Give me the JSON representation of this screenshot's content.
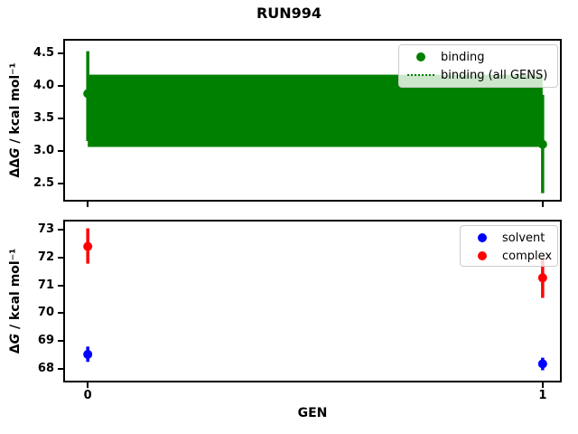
{
  "title": "RUN994",
  "colors": {
    "binding_green": "#008000",
    "solvent_blue": "#0000ff",
    "complex_red": "#ff0000",
    "frame_black": "#000000",
    "legend_border_gray": "#cccccc"
  },
  "chart_data": [
    {
      "type": "scatter",
      "subplot": "top",
      "ylabel": "ΔΔG / kcal mol⁻¹",
      "ylabel_parts": {
        "plain": "ΔΔ",
        "italic": "G",
        "rest": " / kcal mol⁻¹"
      },
      "xlabel": "",
      "xlim": [
        -0.054,
        1.042
      ],
      "ylim": [
        2.22,
        4.72
      ],
      "yticks": [
        "2.5",
        "3.0",
        "3.5",
        "4.0",
        "4.5"
      ],
      "xticks": [
        "0",
        "1"
      ],
      "show_xtick_labels": false,
      "grid": false,
      "legend": {
        "loc": "upper right",
        "items": [
          {
            "label": "binding",
            "marker": "dot",
            "color": "#008000"
          },
          {
            "label": "binding (all GENS)",
            "marker": "dotted-line",
            "color": "#008000"
          }
        ]
      },
      "series": [
        {
          "name": "binding",
          "color": "#008000",
          "marker": "circle",
          "x": [
            0,
            1
          ],
          "y": [
            3.88,
            3.1
          ],
          "err_lo": [
            3.15,
            2.35
          ],
          "err_hi": [
            4.53,
            3.86
          ]
        }
      ],
      "band": {
        "name": "binding (all GENS)",
        "color": "#008000",
        "xspan": [
          0,
          1
        ],
        "lo": 3.06,
        "hi": 4.17,
        "center": 3.61
      }
    },
    {
      "type": "scatter",
      "subplot": "bottom",
      "ylabel": "ΔG / kcal mol⁻¹",
      "ylabel_parts": {
        "plain": "Δ",
        "italic": "G",
        "rest": " / kcal mol⁻¹"
      },
      "xlabel": "GEN",
      "xlim": [
        -0.054,
        1.042
      ],
      "ylim": [
        67.51,
        73.36
      ],
      "yticks": [
        "68",
        "69",
        "70",
        "71",
        "72",
        "73"
      ],
      "xticks": [
        "0",
        "1"
      ],
      "show_xtick_labels": true,
      "grid": false,
      "legend": {
        "loc": "upper right",
        "items": [
          {
            "label": "solvent",
            "marker": "dot",
            "color": "#0000ff"
          },
          {
            "label": "complex",
            "marker": "dot",
            "color": "#ff0000"
          }
        ]
      },
      "series": [
        {
          "name": "solvent",
          "color": "#0000ff",
          "marker": "circle",
          "x": [
            0,
            1
          ],
          "y": [
            68.52,
            68.18
          ],
          "err_lo": [
            68.25,
            67.95
          ],
          "err_hi": [
            68.8,
            68.4
          ]
        },
        {
          "name": "complex",
          "color": "#ff0000",
          "marker": "circle",
          "x": [
            0,
            1
          ],
          "y": [
            72.4,
            71.27
          ],
          "err_lo": [
            71.78,
            70.55
          ],
          "err_hi": [
            73.05,
            71.95
          ]
        }
      ]
    }
  ]
}
